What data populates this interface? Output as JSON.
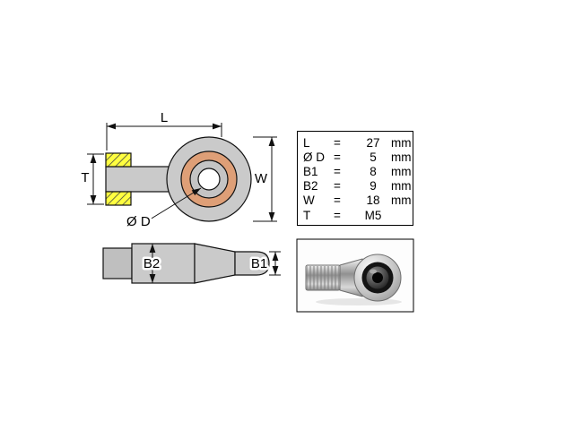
{
  "drawing": {
    "labels": {
      "L": "L",
      "T": "T",
      "W": "W",
      "D": "Ø D",
      "B1": "B1",
      "B2": "B2"
    }
  },
  "spec_table": {
    "rows": [
      {
        "label": "L",
        "eq": "=",
        "value": "27",
        "unit": "mm"
      },
      {
        "label": "Ø D",
        "eq": "=",
        "value": "5",
        "unit": "mm"
      },
      {
        "label": "B1",
        "eq": "=",
        "value": "8",
        "unit": "mm"
      },
      {
        "label": "B2",
        "eq": "=",
        "value": "9",
        "unit": "mm"
      },
      {
        "label": "W",
        "eq": "=",
        "value": "18",
        "unit": "mm"
      },
      {
        "label": "T",
        "eq": "=",
        "value": "M5",
        "unit": ""
      }
    ]
  },
  "colors": {
    "thread_hatch_yellow": "#ffff40",
    "metal_gray": "#cacaca",
    "bronze_ring": "#de9f77",
    "line": "#111111"
  }
}
